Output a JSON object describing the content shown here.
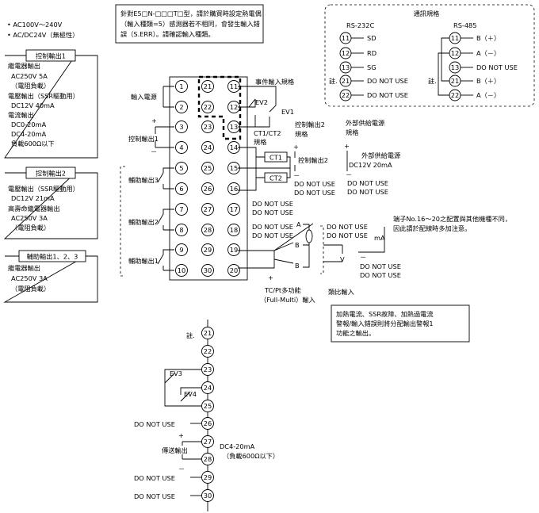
{
  "power_supply": {
    "line1": "• AC100V～240V",
    "line2": "• AC/DC24V（無極性）"
  },
  "panels": {
    "control_out1": {
      "title": "控制輸出1",
      "lines": [
        "繼電器輸出",
        "AC250V 5A",
        "（電阻負載）",
        "電壓輸出（SSR驅動用）",
        "DC12V 40mA",
        "電流輸出",
        "DC0-20mA",
        "DC4-20mA",
        "負載600Ω以下"
      ]
    },
    "control_out2": {
      "title": "控制輸出2",
      "lines": [
        "電壓輸出（SSR驅動用）",
        "DC12V 21mA",
        "高壽命繼電器輸出",
        "AC250V 3A",
        "（電阻負載）"
      ]
    },
    "aux_out": {
      "title": "輔助輸出1、2、3",
      "lines": [
        "繼電器輸出",
        "AC250V 3A",
        "（電阻負載）"
      ]
    }
  },
  "notes": {
    "e5n_note": [
      "針對E5□N-□□□T□型，請於購買時設定熱電偶",
      "（輸入種類=5）感測器若不相同，會發生輸入錯",
      "誤（S.ERR）。請確認輸入種類。"
    ],
    "terminal_note": [
      "端子No.16～20之配置與其他機種不同，",
      "因此請於配線時多加注意。"
    ],
    "alarm_note": [
      "加熱電流、SSR故障、加熱過電流",
      "警報/輸入錯誤則將分配輸出警報1",
      "功能之輸出。"
    ]
  },
  "comm": {
    "title": "通訊規格",
    "rs232": {
      "label": "RS-232C",
      "rows": [
        {
          "no": "11",
          "label": "SD"
        },
        {
          "no": "12",
          "label": "RD"
        },
        {
          "no": "13",
          "label": "SG"
        },
        {
          "no": "21",
          "label": "DO NOT USE"
        },
        {
          "no": "22",
          "label": "DO NOT USE"
        }
      ],
      "note": "註."
    },
    "rs485": {
      "label": "RS-485",
      "rows": [
        {
          "no": "11",
          "label": "B（＋）"
        },
        {
          "no": "12",
          "label": "A（－）"
        },
        {
          "no": "13",
          "label": "DO NOT USE"
        },
        {
          "no": "21",
          "label": "B（＋）"
        },
        {
          "no": "22",
          "label": "A（－）"
        }
      ],
      "note": "註."
    }
  },
  "terminals": {
    "col1": [
      "1",
      "2",
      "3",
      "4",
      "5",
      "6",
      "7",
      "8",
      "9",
      "10"
    ],
    "col2": [
      "21",
      "22",
      "23",
      "24",
      "25",
      "26",
      "27",
      "28",
      "29",
      "30"
    ],
    "col3": [
      "11",
      "12",
      "13",
      "14",
      "15",
      "16",
      "17",
      "18",
      "19",
      "20"
    ]
  },
  "labels": {
    "power_input": "輸入電源",
    "control_out1": "控制輸出1",
    "aux_out3": "輔助輸出3",
    "aux_out2": "輔助輸出2",
    "aux_out1": "輔助輸出1",
    "plus": "+",
    "minus": "－",
    "event_input": "事件輸入規格",
    "ev1": "EV1",
    "ev2": "EV2",
    "ct_spec": [
      "CT1/CT2",
      "規格"
    ],
    "ct1": "CT1",
    "ct2": "CT2",
    "control_out2_spec": [
      "控制輸出2",
      "規格"
    ],
    "control_out2": "控制輸出2",
    "ext_power_spec": [
      "外部供給電源",
      "規格"
    ],
    "ext_power": "外部供給電源",
    "ext_power_value": "DC12V 20mA",
    "do_not_use": "DO NOT USE",
    "tc_pt": [
      "TC/Pt多功能",
      "（Full-Multi）輸入"
    ],
    "analog_in": "類比輸入",
    "a": "A",
    "b": "B",
    "ma": "mA",
    "v": "V",
    "note_mark": "註."
  },
  "bottom": {
    "terminals": [
      "21",
      "22",
      "23",
      "24",
      "25",
      "26",
      "27",
      "28",
      "29",
      "30"
    ],
    "ev3": "EV3",
    "ev4": "EV4",
    "transfer_out": "傳送輸出",
    "transfer_spec": "DC4-20mA",
    "transfer_load": "（負載600Ω以下）",
    "do_not_use": "DO NOT USE",
    "note_mark": "註."
  }
}
